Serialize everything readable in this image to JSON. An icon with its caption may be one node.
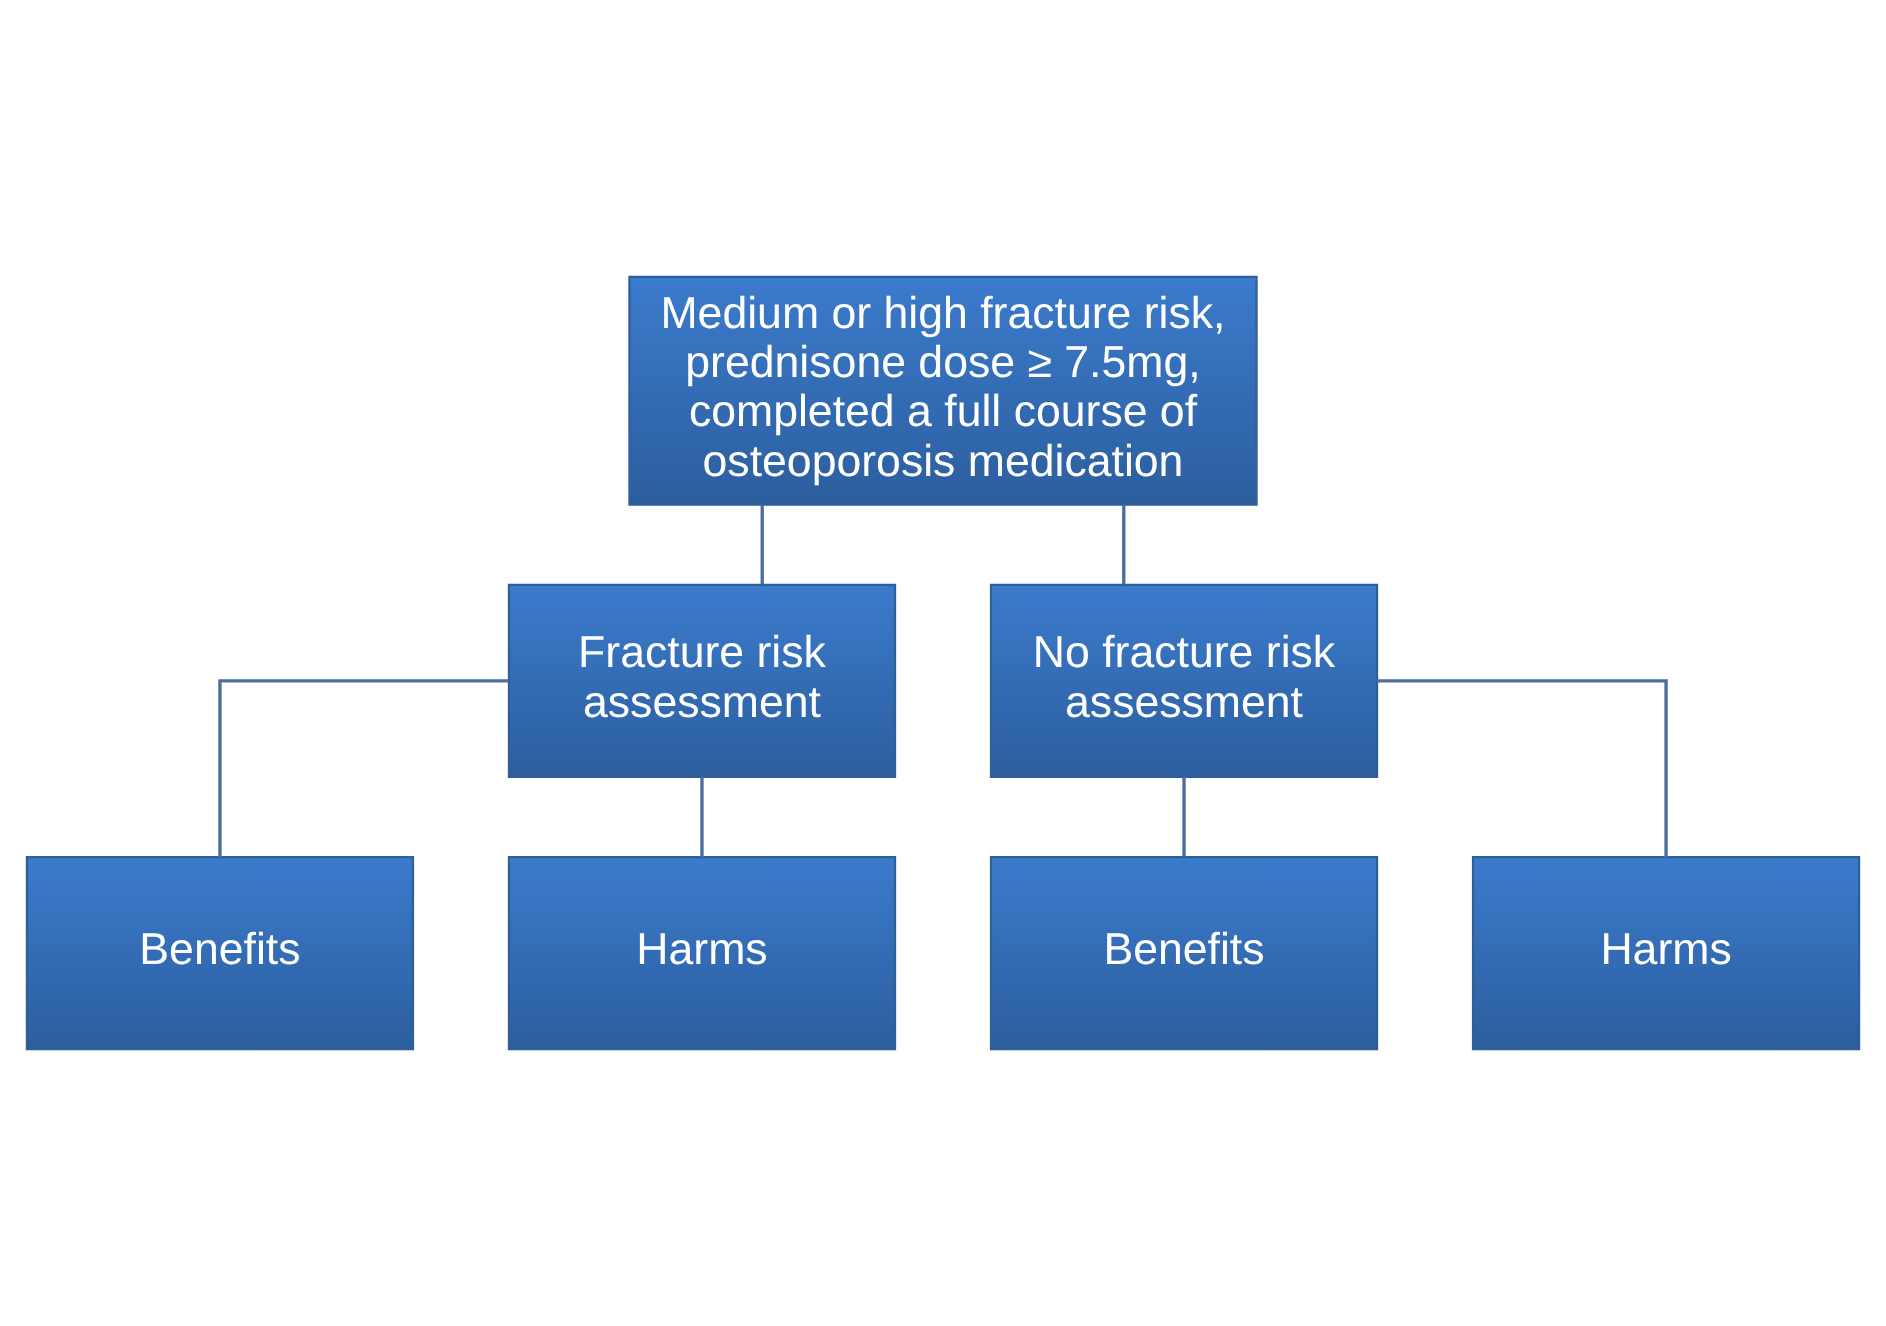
{
  "diagram": {
    "nodes": [
      {
        "text": [
          "Medium or high fracture risk, prednisone dose ≥ 7.5mg, completed a full course of osteoporosis medication"
        ]
      },
      {
        "text": [
          "Fracture risk assessment"
        ]
      },
      {
        "text": [
          "No fracture risk assessment"
        ]
      },
      {
        "text": [
          "Benefits"
        ]
      },
      {
        "text": [
          "Harms"
        ]
      },
      {
        "text": [
          "Benefits"
        ]
      },
      {
        "text": [
          "Harms"
        ]
      }
    ],
    "edges": [
      {
        "from": 0,
        "to": 1,
        "arrow": "none"
      },
      {
        "from": 0,
        "to": 2,
        "arrow": "none"
      },
      {
        "from": 1,
        "to": 3,
        "arrow": "none"
      },
      {
        "from": 1,
        "to": 4,
        "arrow": "none"
      },
      {
        "from": 2,
        "to": 5,
        "arrow": "none"
      },
      {
        "from": 2,
        "to": 6,
        "arrow": "none"
      }
    ]
  }
}
